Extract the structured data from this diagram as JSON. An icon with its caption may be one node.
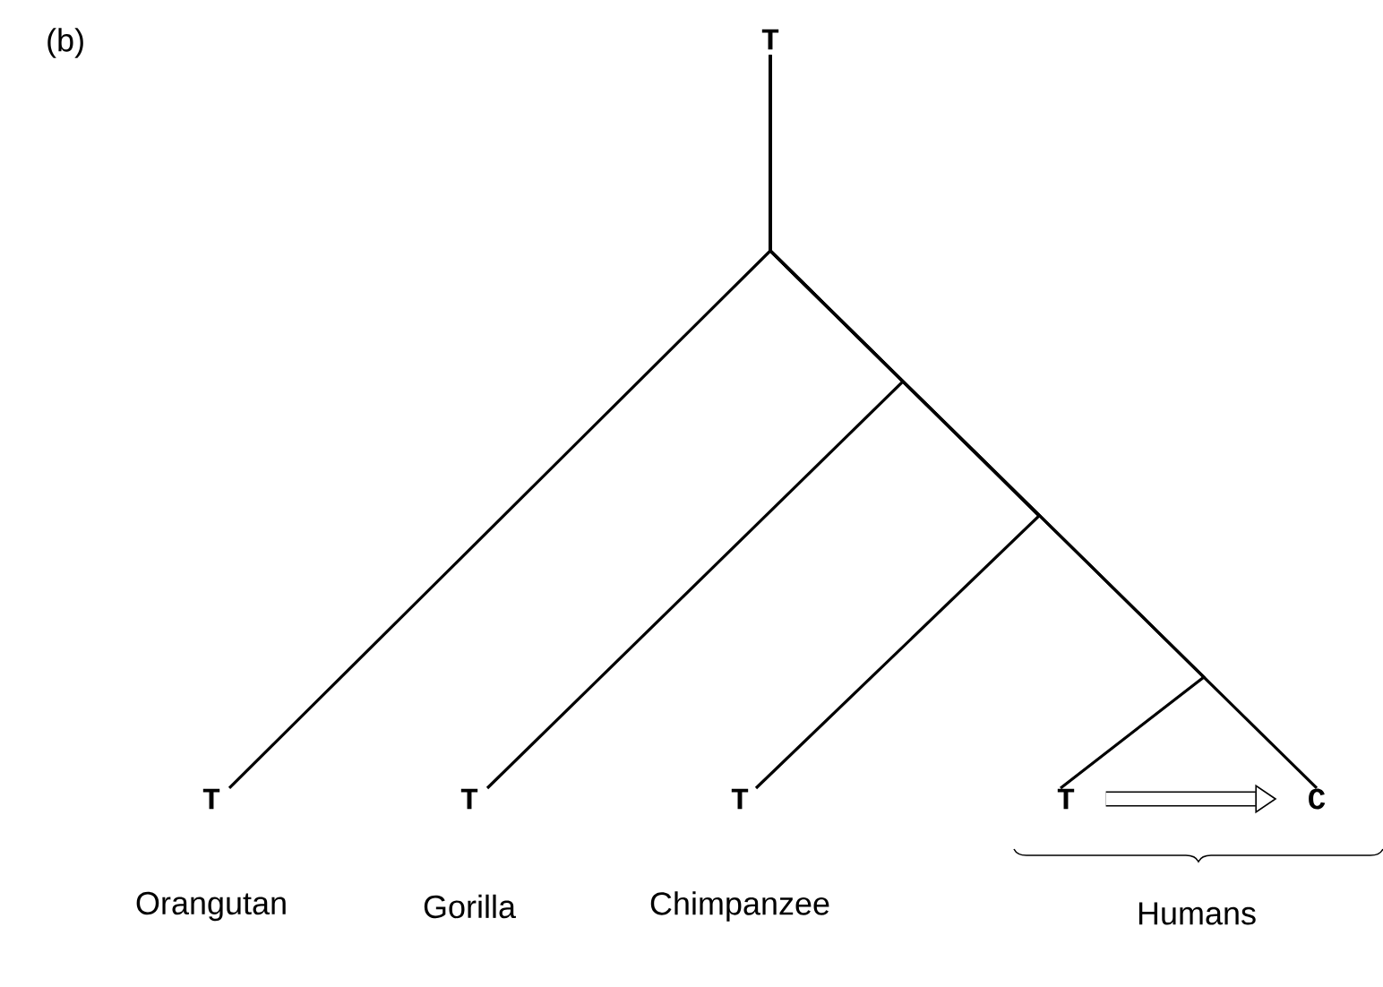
{
  "diagram": {
    "nodes": [
      {
        "text": [
          "T"
        ]
      },
      {
        "text": [
          "T"
        ],
        "beside": [
          "Orangutan"
        ]
      },
      {
        "text": [
          "T"
        ],
        "beside": [
          "Gorilla"
        ]
      },
      {
        "text": [
          "T"
        ],
        "beside": [
          "Chimpanzee"
        ]
      },
      {
        "text": [
          "T"
        ]
      },
      {
        "text": [
          "C"
        ]
      }
    ],
    "edges": [
      {
        "from": 0,
        "to": 1,
        "arrow": "none"
      },
      {
        "from": 0,
        "to": 2,
        "arrow": "none"
      },
      {
        "from": 0,
        "to": 3,
        "arrow": "none"
      },
      {
        "from": 0,
        "to": 4,
        "arrow": "none"
      },
      {
        "from": 0,
        "to": 5,
        "arrow": "none"
      },
      {
        "from": 4,
        "to": 5,
        "arrow": "to",
        "style": "thick"
      }
    ],
    "labels": [
      "(b)",
      "Humans"
    ]
  }
}
